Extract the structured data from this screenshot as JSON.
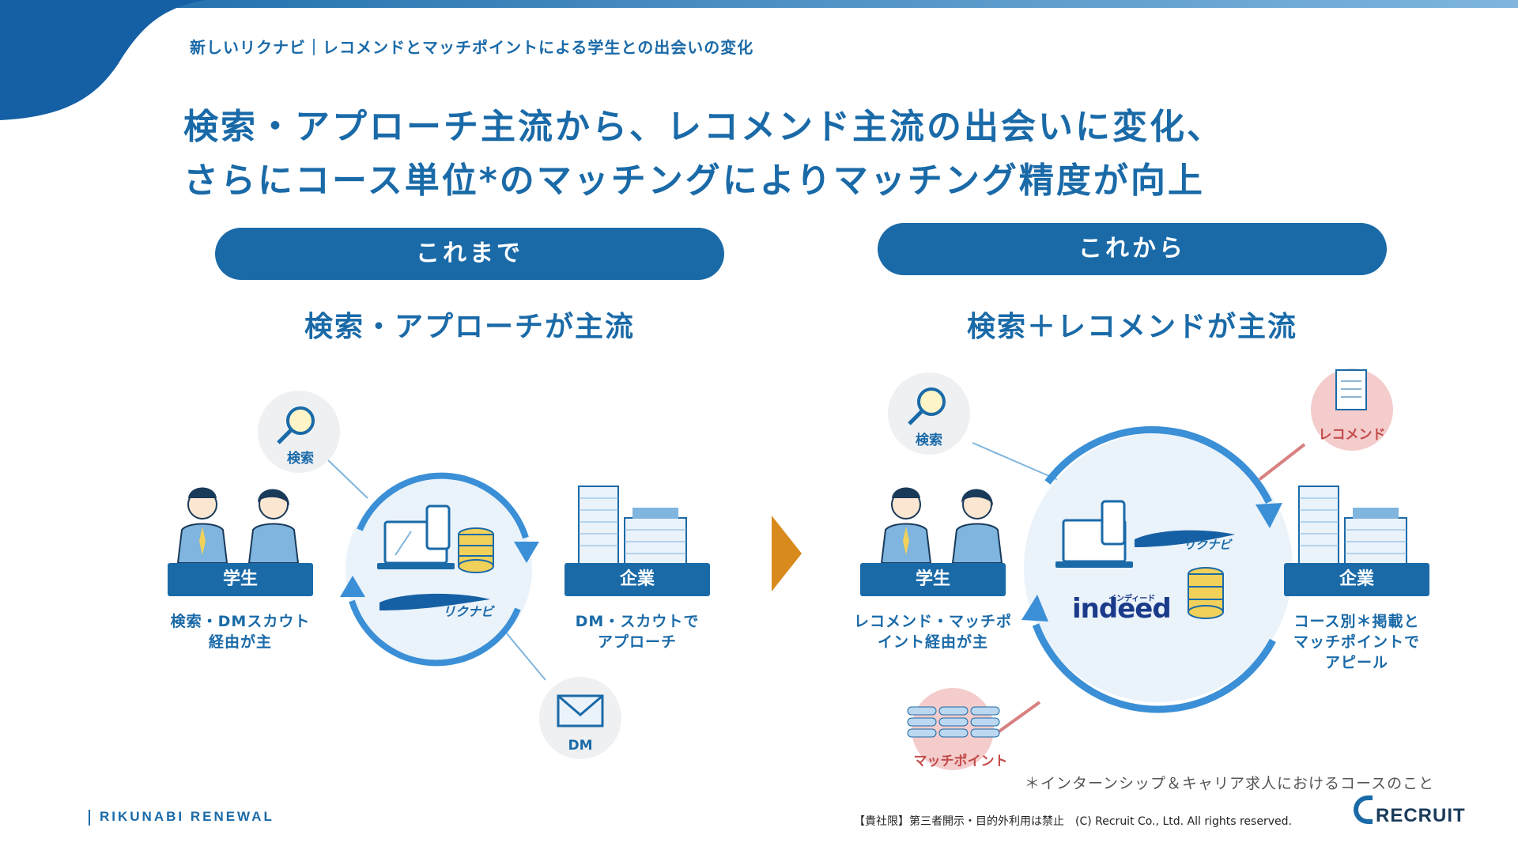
{
  "header": {
    "breadcrumb": "新しいリクナビ｜レコメンドとマッチポイントによる学生との出会いの変化",
    "headline_line1": "検索・アプローチ主流から、レコメンド主流の出会いに変化、",
    "headline_line2": "さらにコース単位*のマッチングによりマッチング精度が向上"
  },
  "before": {
    "pill": "これまで",
    "subtitle": "検索・アプローチが主流",
    "student_label": "学生",
    "student_desc": [
      "検索・DMスカウト",
      "経由が主"
    ],
    "company_label": "企業",
    "company_desc": [
      "DM・スカウトで",
      "アプローチ"
    ],
    "search_bubble": "検索",
    "dm_bubble": "DM",
    "center_logo": "リクナビ"
  },
  "after": {
    "pill": "これから",
    "subtitle": "検索＋レコメンドが主流",
    "student_label": "学生",
    "student_desc": [
      "レコメンド・マッチポ",
      "イント経由が主"
    ],
    "company_label": "企業",
    "company_desc": [
      "コース別＊掲載と",
      "マッチポイントで",
      "アピール"
    ],
    "search_bubble": "検索",
    "recommend_bubble": "レコメンド",
    "matchpoint_bubble": "マッチポイント",
    "center_logo_rikunabi": "リクナビ",
    "center_logo_indeed": "indeed",
    "indeed_ruby": "インディード"
  },
  "footnote": "＊インターンシップ＆キャリア求人におけるコースのこと",
  "footer": {
    "brand_left": "RIKUNABI RENEWAL",
    "copyright": "【貴社限】第三者開示・目的外利用は禁止　(C) Recruit Co., Ltd. All rights reserved.",
    "logo": "RECRUIT"
  },
  "colors": {
    "primary": "#1a6aa8",
    "arrow_orange": "#d98a1c",
    "red_line": "#d88080",
    "pink_bubble": "#f4cccc"
  }
}
